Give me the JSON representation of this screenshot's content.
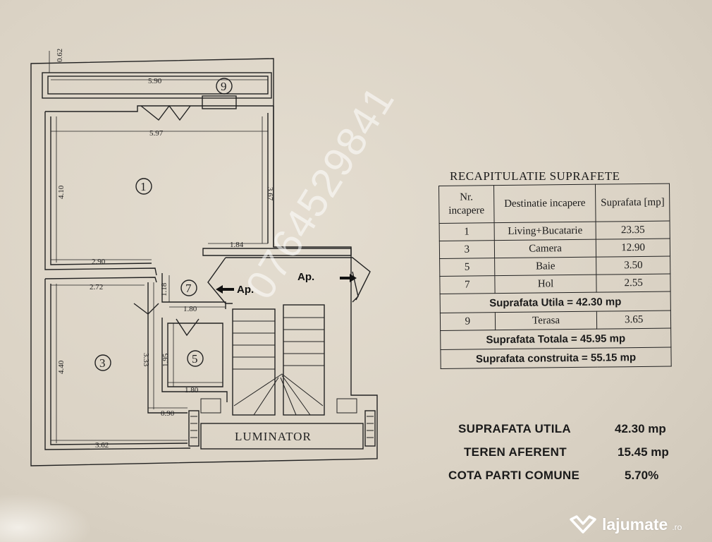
{
  "plan": {
    "dims": {
      "d062": "0.62",
      "d590": "5.90",
      "d597": "5.97",
      "d410": "4.10",
      "d367": "3.67",
      "d184": "1.84",
      "d290": "2.90",
      "d272": "2.72",
      "d118": "1.18",
      "d180a": "1.80",
      "d440": "4.40",
      "d333": "3.33",
      "d195": "1.95",
      "d180b": "1.80",
      "d090": "0.90",
      "d362": "3.62"
    },
    "room_labels": [
      "1",
      "3",
      "5",
      "7",
      "9"
    ],
    "ap_left": "Ap.",
    "ap_right": "Ap.",
    "luminator": "LUMINATOR"
  },
  "recap": {
    "title": "RECAPITULATIE SUPRAFETE",
    "headers": [
      "Nr. incapere",
      "Destinatie incapere",
      "Suprafata [mp]"
    ],
    "rows": [
      {
        "nr": "1",
        "dest": "Living+Bucatarie",
        "supr": "23.35"
      },
      {
        "nr": "3",
        "dest": "Camera",
        "supr": "12.90"
      },
      {
        "nr": "5",
        "dest": "Baie",
        "supr": "3.50"
      },
      {
        "nr": "7",
        "dest": "Hol",
        "supr": "2.55"
      }
    ],
    "sum_utila": "Suprafata Utila = 42.30 mp",
    "terasa": {
      "nr": "9",
      "dest": "Terasa",
      "supr": "3.65"
    },
    "sum_totala": "Suprafata Totala = 45.95 mp",
    "sum_construita": "Suprafata construita = 55.15 mp"
  },
  "summary": [
    {
      "key": "SUPRAFATA UTILA",
      "value": "42.30 mp"
    },
    {
      "key": "TEREN  AFERENT",
      "value": "15.45 mp"
    },
    {
      "key": "COTA  PARTI COMUNE",
      "value": "5.70%"
    }
  ],
  "watermark": "0764529841",
  "brand": {
    "name": "lajumate",
    "tld": ".ro"
  }
}
